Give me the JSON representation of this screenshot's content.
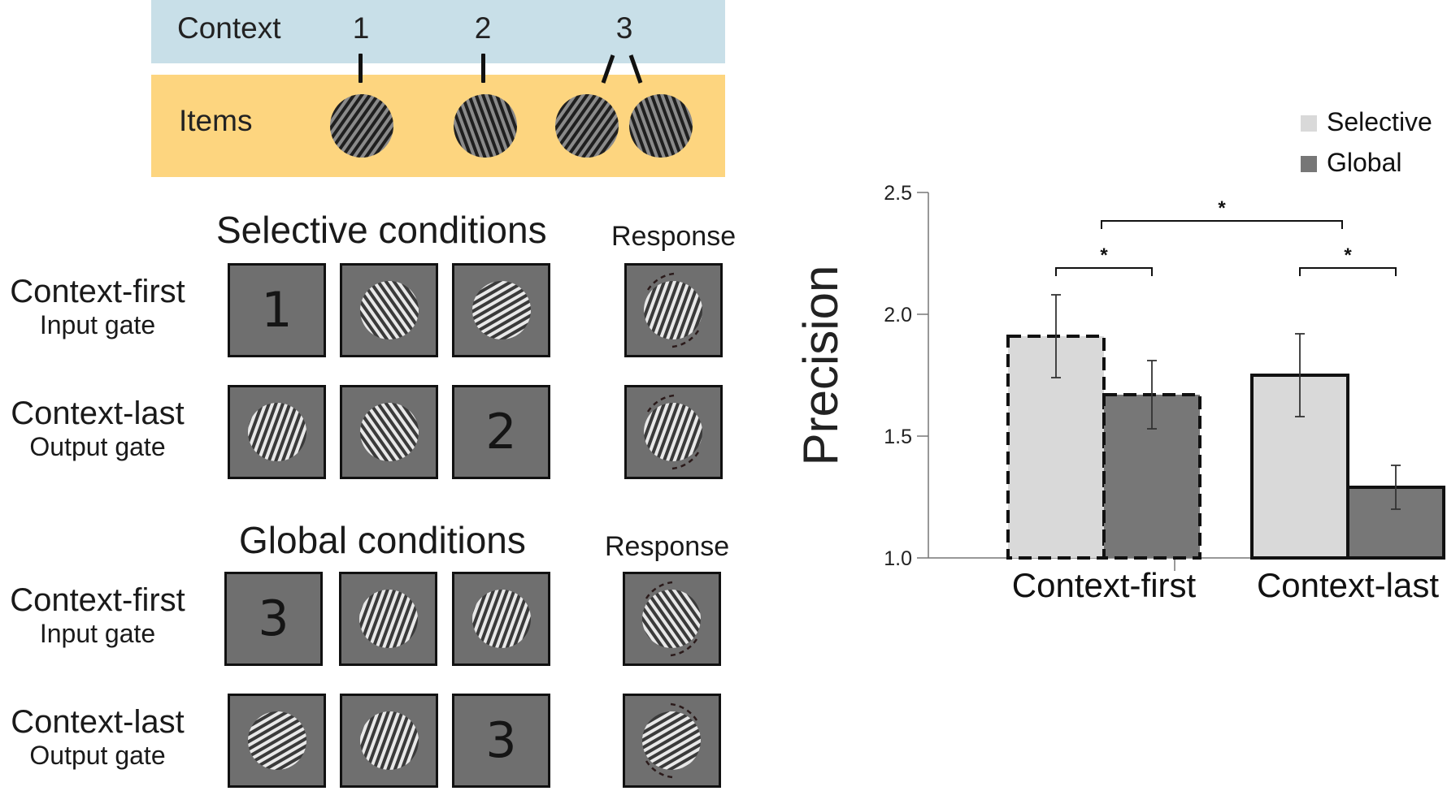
{
  "schematic": {
    "context_label": "Context",
    "items_label": "Items",
    "context_numbers": [
      "1",
      "2",
      "3"
    ]
  },
  "selective": {
    "title": "Selective conditions",
    "response_title": "Response",
    "rows": [
      {
        "label": "Context-first",
        "sublabel": "Input gate",
        "first_panel_digit": "1",
        "last_panel_digit": ""
      },
      {
        "label": "Context-last",
        "sublabel": "Output gate",
        "first_panel_digit": "",
        "last_panel_digit": "2"
      }
    ]
  },
  "global": {
    "title": "Global conditions",
    "response_title": "Response",
    "rows": [
      {
        "label": "Context-first",
        "sublabel": "Input gate",
        "first_panel_digit": "3",
        "last_panel_digit": ""
      },
      {
        "label": "Context-last",
        "sublabel": "Output gate",
        "first_panel_digit": "",
        "last_panel_digit": "3"
      }
    ]
  },
  "colors": {
    "context_band": "#c8dfe8",
    "items_band": "#fdd57f",
    "panel_gray": "#6f6f6f",
    "selective_bar": "#d9d9d9",
    "global_bar": "#777777"
  },
  "chart_data": {
    "type": "bar",
    "categories": [
      "Context-first",
      "Context-last"
    ],
    "series": [
      {
        "name": "Selective",
        "values": [
          1.91,
          1.75
        ],
        "error": [
          0.17,
          0.17
        ]
      },
      {
        "name": "Global",
        "values": [
          1.67,
          1.29
        ],
        "error": [
          0.14,
          0.09
        ]
      }
    ],
    "title": "",
    "xlabel": "",
    "ylabel": "Precision",
    "ylim": [
      1.0,
      2.5
    ],
    "yticks": [
      "1.0",
      "1.5",
      "2.0",
      "2.5"
    ],
    "legend_position": "top-right",
    "grid": false,
    "bar_outline": {
      "Context-first": "dashed",
      "Context-last": "solid"
    },
    "significance": [
      {
        "between": "Selective vs Global (Context-first)",
        "label": "*"
      },
      {
        "between": "Selective vs Global (Context-last)",
        "label": "*"
      },
      {
        "between": "Context-first vs Context-last",
        "label": "*"
      }
    ]
  }
}
